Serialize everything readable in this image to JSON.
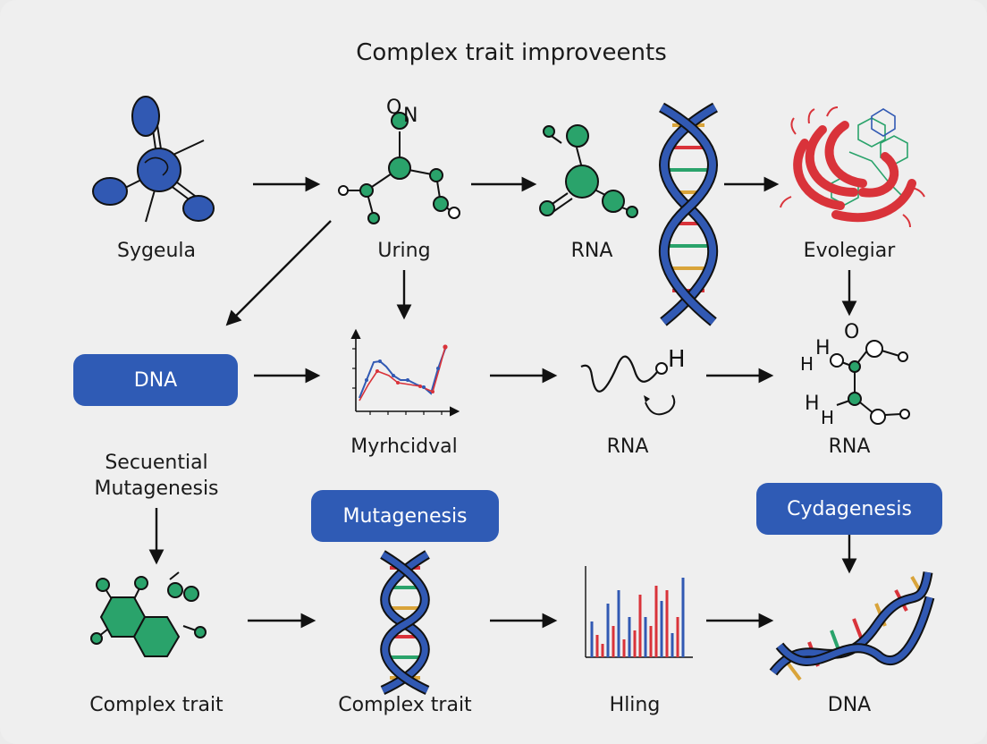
{
  "diagram": {
    "title": "Complex trait improveents",
    "nodes": {
      "sygeula": "Sygeula",
      "uring": "Uring",
      "rna_top": "RNA",
      "evolegiar": "Evolegiar",
      "dna_box": "DNA",
      "myrhcidval": "Myrhcidval",
      "rna_mid": "RNA",
      "rna_right": "RNA",
      "secuential_line1": "Secuential",
      "secuential_line2": "Mutagenesis",
      "mutagenesis_box": "Mutagenesis",
      "cydagenesis_box": "Cydagenesis",
      "complex_trait_left": "Complex trait",
      "complex_trait_mid": "Complex trait",
      "hling": "Hling",
      "dna_bottom": "DNA"
    },
    "glyphs": {
      "o_upper": "O",
      "n_upper": "N",
      "h_mid": "H",
      "o_right": "O",
      "h1": "H",
      "h2": "H",
      "h3": "H",
      "h4": "H"
    },
    "colors": {
      "accent_blue": "#2f5bb5",
      "molecule_green": "#2aa36b",
      "protein_red": "#d9333a",
      "arrow": "#111111"
    }
  }
}
